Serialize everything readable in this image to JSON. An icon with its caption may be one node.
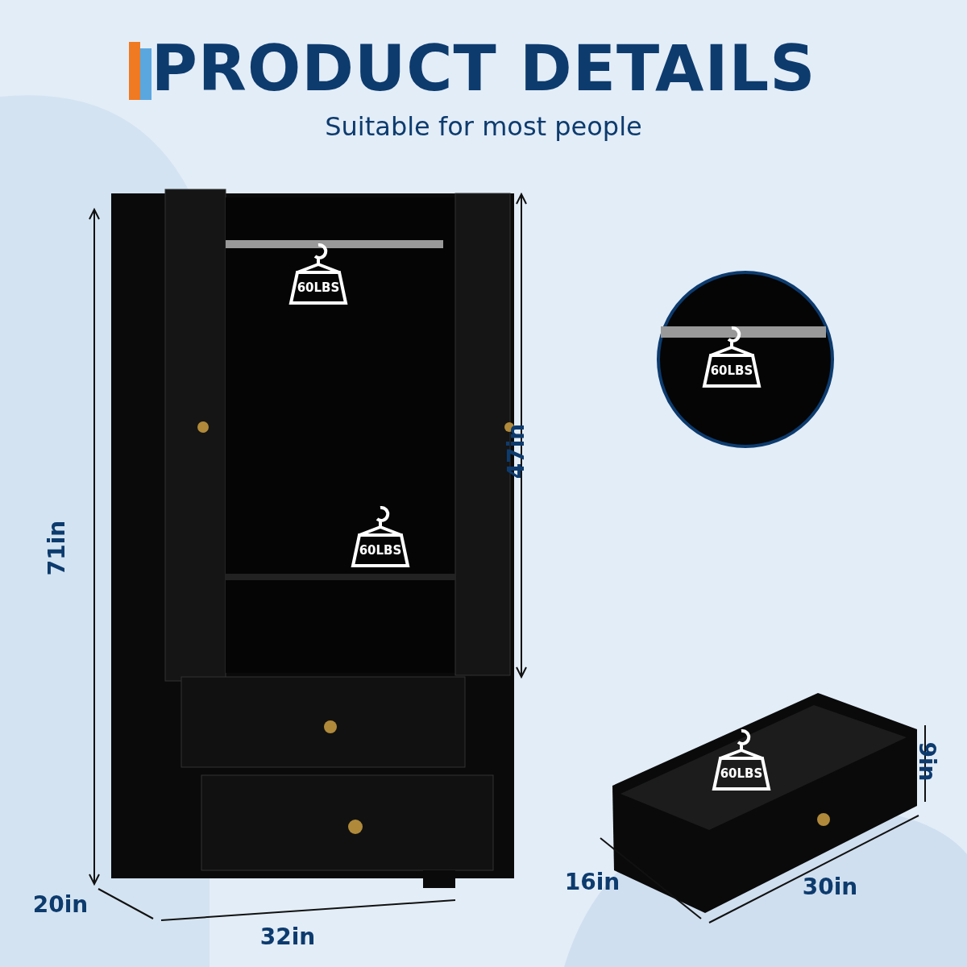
{
  "diagram": {
    "title": "PRODUCT DETAILS",
    "caption": "Suitable for most people",
    "labels": [
      "60LBS",
      "60LBS",
      "47in",
      "71in",
      "60LBS",
      "9in",
      "60LBS",
      "30in",
      "16in",
      "20in",
      "32in"
    ]
  }
}
